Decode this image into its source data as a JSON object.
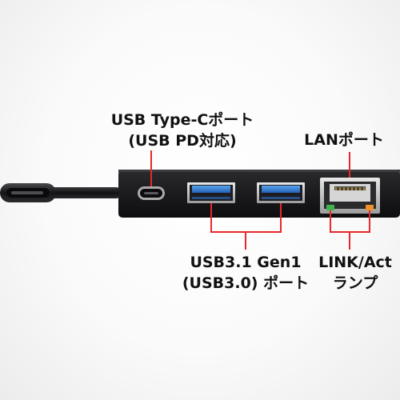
{
  "labels": {
    "typec": {
      "line1": "USB Type-Cポート",
      "line2": "(USB PD対応)"
    },
    "lan": {
      "line1": "LANポート"
    },
    "usb": {
      "line1": "USB3.1 Gen1",
      "line2": "(USB3.0) ポート"
    },
    "link": {
      "line1": "LINK/Act",
      "line2": "ランプ"
    }
  },
  "colors": {
    "leader_line": "#e8282b",
    "body": "#1b1b1d",
    "usb_tongue": "#2f7fd6",
    "link_led": "#3fb34f",
    "act_led": "#f0902c"
  }
}
